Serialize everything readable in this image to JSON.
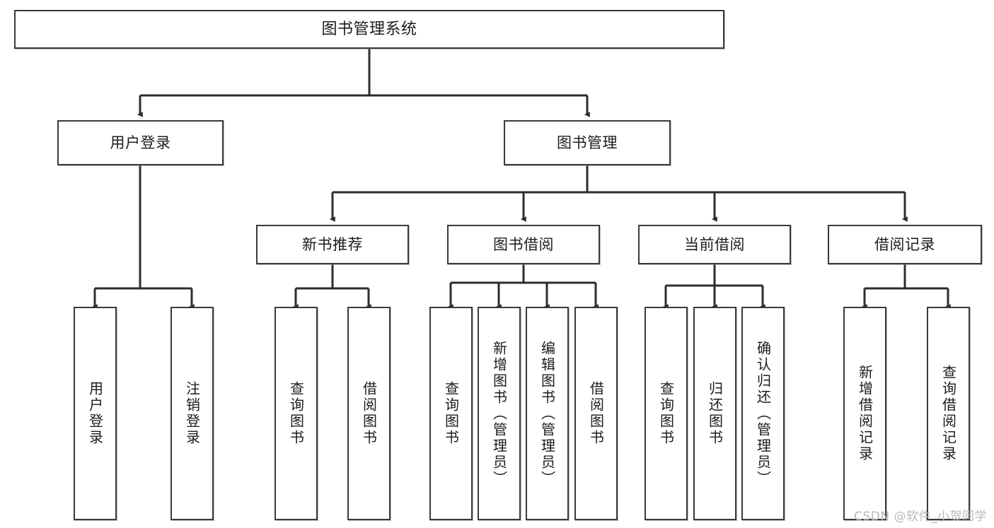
{
  "diagram": {
    "title": "图书管理系统",
    "type": "tree-hierarchy",
    "watermark": "CSDN @软件_小贺同学",
    "colors": {
      "box_border": "#3a3a3a",
      "box_fill": "#ffffff",
      "edge": "#2d2d2d",
      "text": "#1c1c1c",
      "watermark": "#b9b9b9"
    }
  },
  "nodes": {
    "root": {
      "label": "图书管理系统"
    },
    "level2": [
      {
        "label": "用户登录"
      },
      {
        "label": "图书管理"
      }
    ],
    "level3": [
      {
        "label": "新书推荐"
      },
      {
        "label": "图书借阅"
      },
      {
        "label": "当前借阅"
      },
      {
        "label": "借阅记录"
      }
    ],
    "leaves": {
      "user_login": [
        {
          "label": "用户登录"
        },
        {
          "label": "注销登录"
        }
      ],
      "new_book": [
        {
          "label": "查询图书"
        },
        {
          "label": "借阅图书"
        }
      ],
      "book_borrow": [
        {
          "label": "查询图书"
        },
        {
          "label": "新增图书（管理员）"
        },
        {
          "label": "编辑图书（管理员）"
        },
        {
          "label": "借阅图书"
        }
      ],
      "current_borrow": [
        {
          "label": "查询图书"
        },
        {
          "label": "归还图书"
        },
        {
          "label": "确认归还（管理员）"
        }
      ],
      "borrow_record": [
        {
          "label": "新增借阅记录"
        },
        {
          "label": "查询借阅记录"
        }
      ]
    }
  }
}
